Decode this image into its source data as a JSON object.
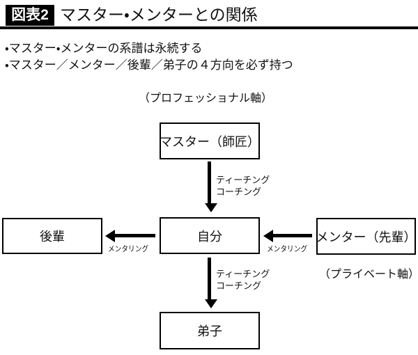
{
  "header": {
    "badge": "図表2",
    "title": "マスター・メンターとの関係"
  },
  "bullets": [
    "・マスター・メンターの系譜は永続する",
    "・マスター／メンター／後輩／弟子の４方向を必ず持つ"
  ],
  "axes": {
    "professional": "（プロフェッショナル軸）",
    "private": "（プライベート軸）"
  },
  "diagram": {
    "nodes": {
      "master": "マスター（師匠）",
      "self": "自分",
      "kouhai": "後輩",
      "mentor": "メンター（先輩）",
      "deshi": "弟子"
    },
    "arrow_labels": {
      "teaching_top_line1": "ティーチング",
      "teaching_top_line2": "コーチング",
      "teaching_bottom_line1": "ティーチング",
      "teaching_bottom_line2": "コーチング",
      "mentoring_left": "メンタリング",
      "mentoring_right": "メンタリング"
    }
  },
  "colors": {
    "ink": "#111111",
    "rule": "#000000",
    "badge_background": "#000000",
    "badge_text": "#ffffff",
    "page_background": "#ffffff"
  }
}
